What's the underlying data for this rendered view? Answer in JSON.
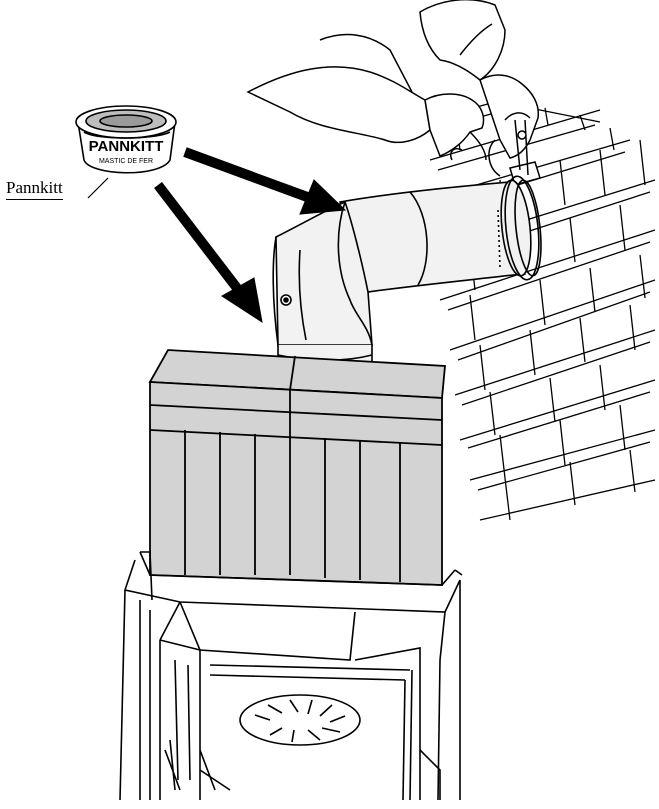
{
  "diagram": {
    "label": "Pannkitt",
    "can_brand": "PANNKITT",
    "can_subtitle": "MASTIC DE FER"
  },
  "colors": {
    "line": "#000000",
    "panel": "#d3d3d3",
    "pipe": "#f2f2f2",
    "background": "#ffffff"
  }
}
